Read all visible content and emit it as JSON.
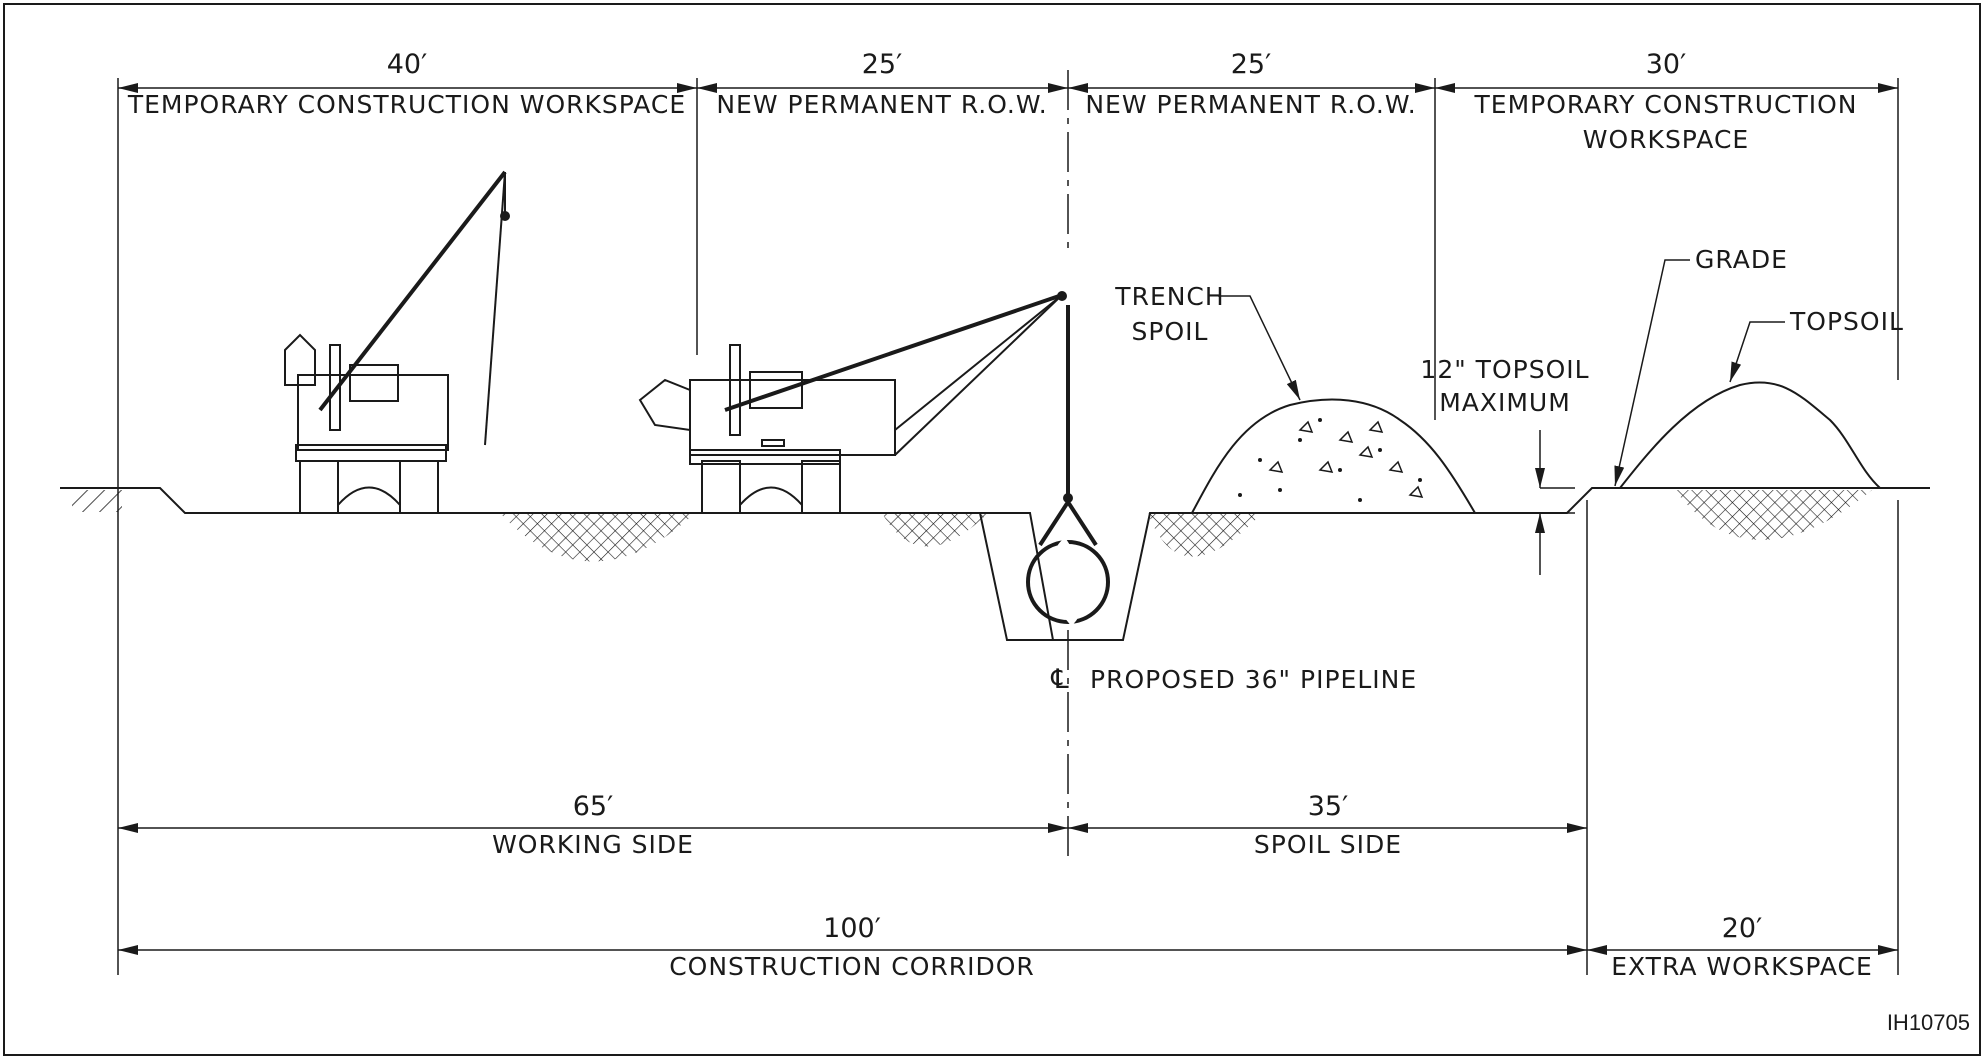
{
  "top": {
    "seg1": {
      "dim": "40′",
      "label": "TEMPORARY CONSTRUCTION WORKSPACE"
    },
    "seg2": {
      "dim": "25′",
      "label": "NEW PERMANENT R.O.W."
    },
    "seg3": {
      "dim": "25′",
      "label": "NEW PERMANENT R.O.W."
    },
    "seg4": {
      "dim": "30′",
      "label_line1": "TEMPORARY CONSTRUCTION",
      "label_line2": "WORKSPACE"
    }
  },
  "callouts": {
    "trench_spoil_line1": "TRENCH",
    "trench_spoil_line2": "SPOIL",
    "grade": "GRADE",
    "topsoil": "TOPSOIL",
    "topsoil_max_line1": "12\" TOPSOIL",
    "topsoil_max_line2": "MAXIMUM",
    "centerline_symbol": "℄",
    "pipeline": "PROPOSED 36\" PIPELINE"
  },
  "middle": {
    "working": {
      "dim": "65′",
      "label": "WORKING SIDE"
    },
    "spoil": {
      "dim": "35′",
      "label": "SPOIL SIDE"
    }
  },
  "bottom": {
    "corridor": {
      "dim": "100′",
      "label": "CONSTRUCTION CORRIDOR"
    },
    "extra": {
      "dim": "20′",
      "label": "EXTRA WORKSPACE"
    }
  },
  "figure_id": "IH10705"
}
